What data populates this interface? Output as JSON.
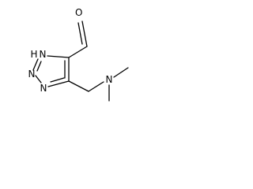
{
  "molecule": {
    "atoms": {
      "aldehyde_oxygen": "O",
      "nh": "H",
      "n1": "N",
      "n2": "N",
      "n3": "N",
      "amine_n": "N"
    }
  },
  "colors": {
    "ink": "#000000",
    "background": "#ffffff"
  }
}
